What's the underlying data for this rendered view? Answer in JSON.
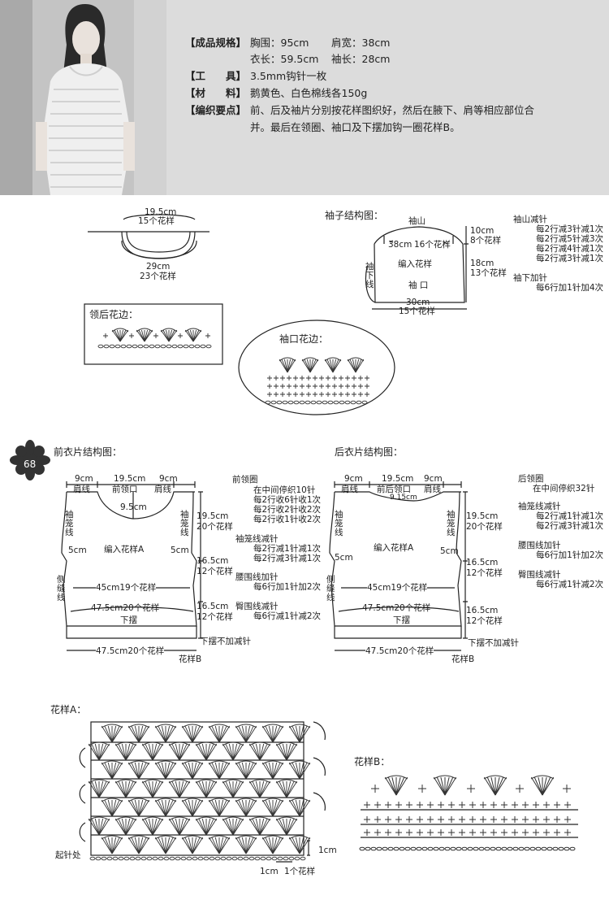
{
  "header": {
    "spec": {
      "label": "【成品规格】",
      "chest": "胸围：95cm",
      "shoulder": "肩宽：38cm",
      "length": "衣长：59.5cm",
      "sleeve": "袖长：28cm"
    },
    "tool": {
      "label": "【工　　具】",
      "value": "3.5mm钩针一枚"
    },
    "material": {
      "label": "【材　　料】",
      "value": "鹅黄色、白色棉线各150g"
    },
    "points": {
      "label": "【编织要点】",
      "line1": "前、后及袖片分别按花样图织好，然后在腋下、肩等相应部位合",
      "line2": "并。最后在领圈、袖口及下摆加钩一圈花样B。"
    }
  },
  "collar": {
    "top_cm": "19.5cm",
    "top_count": "15个花样",
    "bottom_cm": "29cm",
    "bottom_count": "23个花样"
  },
  "collar_edge": {
    "title": "领后花边："
  },
  "cuff_edge": {
    "title": "袖口花边："
  },
  "sleeve": {
    "title": "袖子结构图：",
    "cap": "袖山",
    "width38": "38cm",
    "count16": "16个花样",
    "pattern": "编入花样",
    "cuff": "袖 口",
    "bottom_cm": "30cm",
    "bottom_count": "15个花样",
    "dec_side": "袖下线",
    "h1_cm": "10cm",
    "h1_count": "8个花样",
    "h2_cm": "18cm",
    "h2_count": "13个花样",
    "cap_dec": {
      "title": "袖山减针",
      "lines": [
        "每2行减3针减1次",
        "每2行减5针减3次",
        "每2行减4针减1次",
        "每2行减3针减1次"
      ]
    },
    "under_inc": {
      "title": "袖下加针",
      "lines": [
        "每6行加1针加4次"
      ]
    }
  },
  "front": {
    "title": "前衣片结构图：",
    "page_no": "68",
    "top_9a": "9cm",
    "top_195": "19.5cm",
    "top_9b": "9cm",
    "shoulder_l": "肩线",
    "neck": "前领口",
    "shoulder_r": "肩线",
    "neck_depth": "9.5cm",
    "arm_l": "袖笼线",
    "arm_r": "袖笼线",
    "side": "侧缝线",
    "pattern": "编入花样A",
    "cm5_l": "5cm",
    "cm5_r": "5cm",
    "width": "45cm19个花样",
    "hem_width": "47.5cm20个花样",
    "hem": "下摆",
    "bottom_width": "47.5cm20个花样",
    "pattern_b": "花样B",
    "h1_cm": "19.5cm",
    "h1_count": "20个花样",
    "h2_cm": "16.5cm",
    "h2_count": "12个花样",
    "h3_cm": "16.5cm",
    "h3_count": "12个花样",
    "hem_note": "下摆不加减针",
    "neck_block": {
      "title": "前领圈",
      "lines": [
        "在中间停织10针",
        "每2行收6针收1次",
        "每2行收2针收2次",
        "每2行收1针收2次"
      ]
    },
    "arm_block": {
      "title": "袖笼线减针",
      "lines": [
        "每2行减1针减1次",
        "每2行减3针减1次"
      ]
    },
    "waist_block": {
      "title": "腰围线加针",
      "lines": [
        "每6行加1针加2次"
      ]
    },
    "hip_block": {
      "title": "臀围线减针",
      "lines": [
        "每6行减1针减2次"
      ]
    }
  },
  "back": {
    "title": "后衣片结构图：",
    "top_9a": "9cm",
    "top_195": "19.5cm",
    "top_9b": "9cm",
    "shoulder_l": "肩线",
    "neck": "前后领口",
    "shoulder_r": "肩线",
    "neck_depth": "9.15cm",
    "arm_l": "袖笼线",
    "arm_r": "袖笼线",
    "side": "侧缝线",
    "pattern": "编入花样A",
    "cm5_l": "5cm",
    "cm5_r": "5cm",
    "width": "45cm19个花样",
    "hem_width": "47.5cm20个花样",
    "hem": "下摆",
    "bottom_width": "47.5cm20个花样",
    "pattern_b": "花样B",
    "h1_cm": "19.5cm",
    "h1_count": "20个花样",
    "h2_cm": "16.5cm",
    "h2_count": "12个花样",
    "h3_cm": "16.5cm",
    "h3_count": "12个花样",
    "hem_note": "下摆不加减针",
    "neck_block": {
      "title": "后领圈",
      "lines": [
        "在中间停织32针"
      ]
    },
    "arm_block": {
      "title": "袖笼线减针",
      "lines": [
        "每2行减1针减1次",
        "每2行减3针减1次"
      ]
    },
    "waist_block": {
      "title": "腰围线加针",
      "lines": [
        "每6行加1针加2次"
      ]
    },
    "hip_block": {
      "title": "臀围线减针",
      "lines": [
        "每6行减1针减2次"
      ]
    }
  },
  "pattern_a": {
    "title": "花样A：",
    "start": "起针处",
    "cm_v": "1cm",
    "cm_h": "1cm",
    "one_pattern": "1个花样"
  },
  "pattern_b": {
    "title": "花样B："
  }
}
